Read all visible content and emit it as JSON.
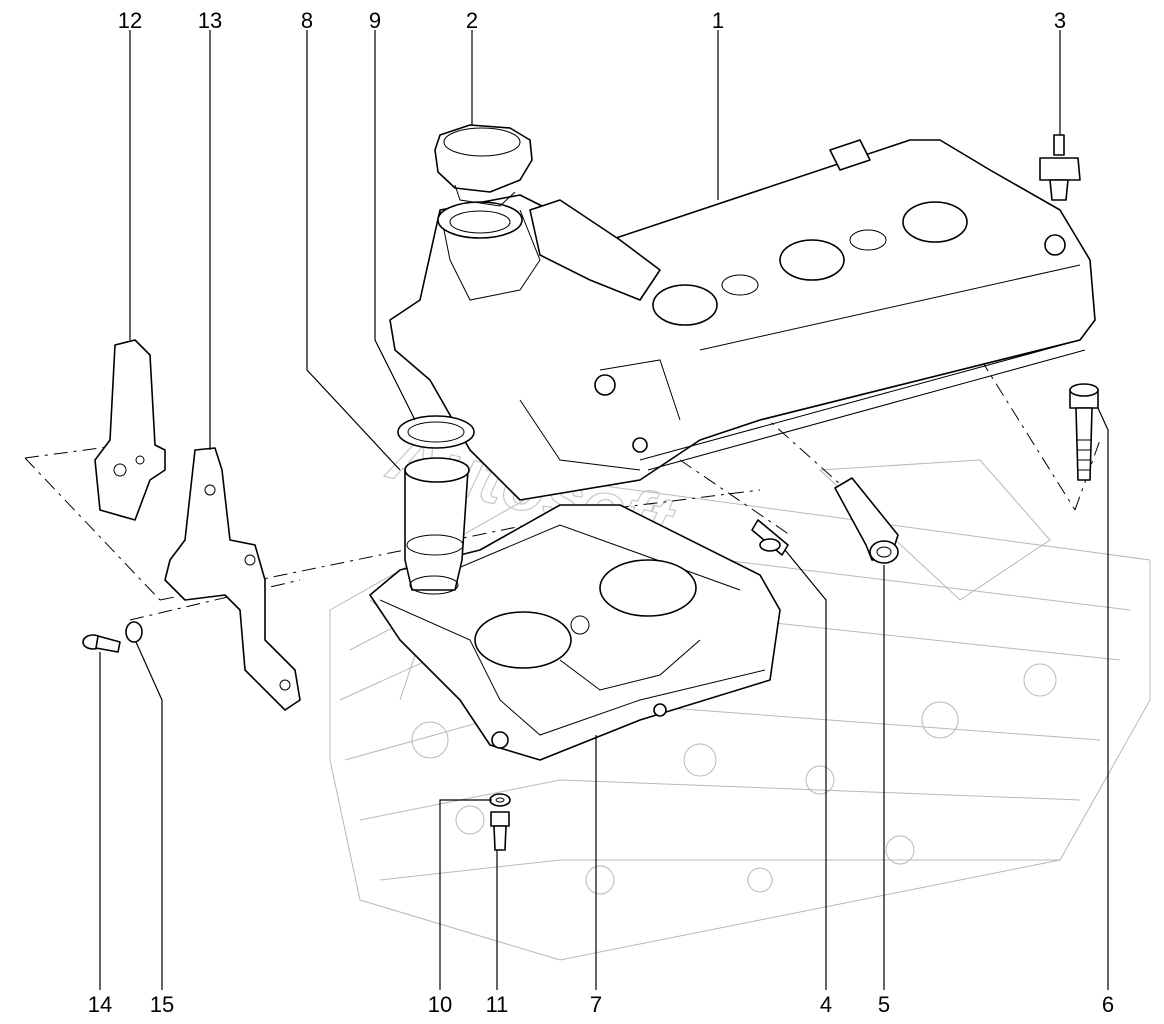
{
  "watermark": "Autosoft",
  "callouts": [
    {
      "id": "12",
      "label": "12"
    },
    {
      "id": "13",
      "label": "13"
    },
    {
      "id": "8",
      "label": "8"
    },
    {
      "id": "9",
      "label": "9"
    },
    {
      "id": "2",
      "label": "2"
    },
    {
      "id": "1",
      "label": "1"
    },
    {
      "id": "3",
      "label": "3"
    },
    {
      "id": "14",
      "label": "14"
    },
    {
      "id": "15",
      "label": "15"
    },
    {
      "id": "10",
      "label": "10"
    },
    {
      "id": "11",
      "label": "11"
    },
    {
      "id": "7",
      "label": "7"
    },
    {
      "id": "4",
      "label": "4"
    },
    {
      "id": "5",
      "label": "5"
    },
    {
      "id": "6",
      "label": "6"
    }
  ]
}
